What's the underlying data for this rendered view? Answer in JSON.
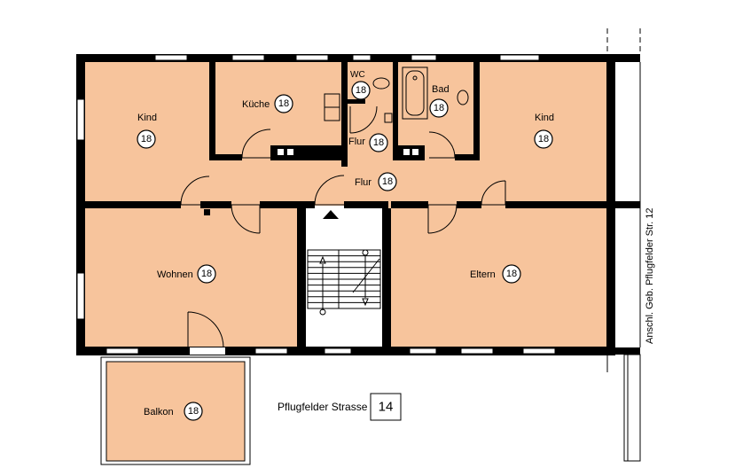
{
  "rooms": {
    "kind_left": {
      "label": "Kind",
      "number": "18"
    },
    "kueche": {
      "label": "Küche",
      "number": "18"
    },
    "wc": {
      "label": "WC",
      "number": "18"
    },
    "bad": {
      "label": "Bad",
      "number": "18"
    },
    "kind_right": {
      "label": "Kind",
      "number": "18"
    },
    "flur_small": {
      "label": "Flur",
      "number": "18"
    },
    "flur_main": {
      "label": "Flur",
      "number": "18"
    },
    "wohnen": {
      "label": "Wohnen",
      "number": "18"
    },
    "eltern": {
      "label": "Eltern",
      "number": "18"
    },
    "balkon": {
      "label": "Balkon",
      "number": "18"
    }
  },
  "street": {
    "name": "Pflugfelder Strasse",
    "house_number": "14"
  },
  "adjacent_building": "Anschl. Geb. Pflugfelder Str. 12",
  "colors": {
    "room_fill": "#f7c49c",
    "wall": "#000000",
    "background": "#ffffff"
  }
}
